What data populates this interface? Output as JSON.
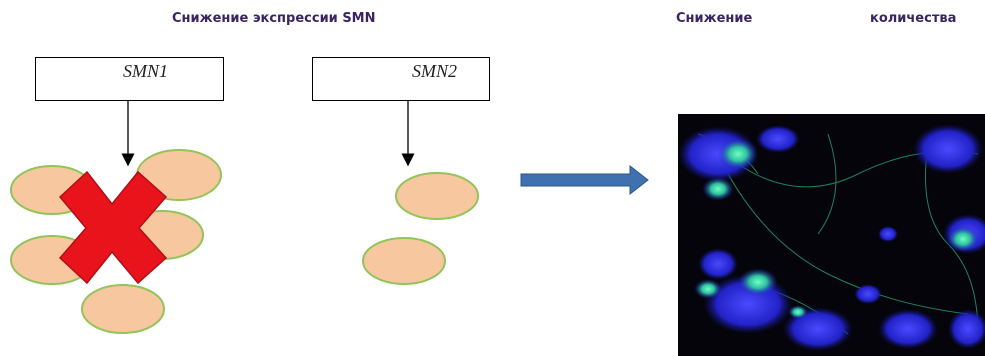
{
  "left_title": "Снижение экспрессии SMN",
  "right_title_word1": "Снижение",
  "right_title_word2": "количества",
  "genes": {
    "smn1": "SMN1",
    "smn2": "SMN2"
  },
  "colors": {
    "title_text": "#3a2461",
    "cell_fill": "#f7c7a0",
    "cell_stroke": "#93c45a",
    "cross_fill": "#e8131b",
    "cross_stroke": "#b01018",
    "arrow_fill": "#3f70b0",
    "micrograph_blue": "#2a2ad8",
    "micrograph_green": "#5ef0b0"
  },
  "icons": [
    "red-cross-icon",
    "right-arrow-icon"
  ]
}
